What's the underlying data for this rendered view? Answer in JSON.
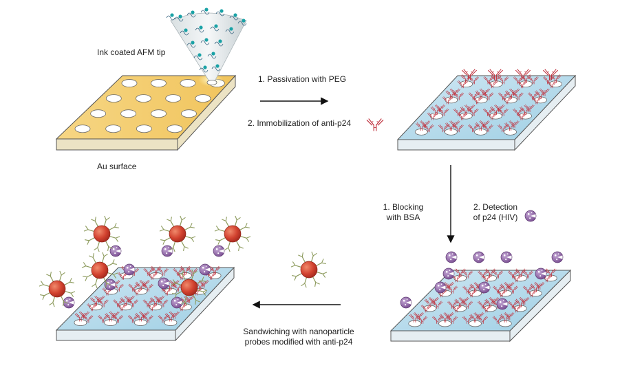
{
  "labels": {
    "ink_tip": "Ink coated AFM tip",
    "au_surface": "Au surface",
    "step1": "1. Passivation with PEG",
    "step2": "2. Immobilization of anti-p24",
    "blocking_1": "1. Blocking",
    "blocking_2": "with BSA",
    "detection_1": "2. Detection",
    "detection_2": "of p24 (HIV)",
    "sandwich_1": "Sandwiching with nanoparticle",
    "sandwich_2": "probes modified with anti-p24"
  },
  "colors": {
    "gold_top": "#f4cf72",
    "gold_side": "#ece3c4",
    "blue_top": "#b9dcec",
    "blue_side": "#e6eef2",
    "antibody": "#c0333f",
    "p24": "#8a5fa0",
    "nanoparticle": "#d2422f",
    "np_ligand": "#8c9a5c",
    "ink_teal": "#1aa2a6",
    "arrow": "#111111"
  },
  "icons": [
    "afm-tip-icon",
    "antibody-icon",
    "p24-icon",
    "nanoparticle-probe-icon"
  ]
}
